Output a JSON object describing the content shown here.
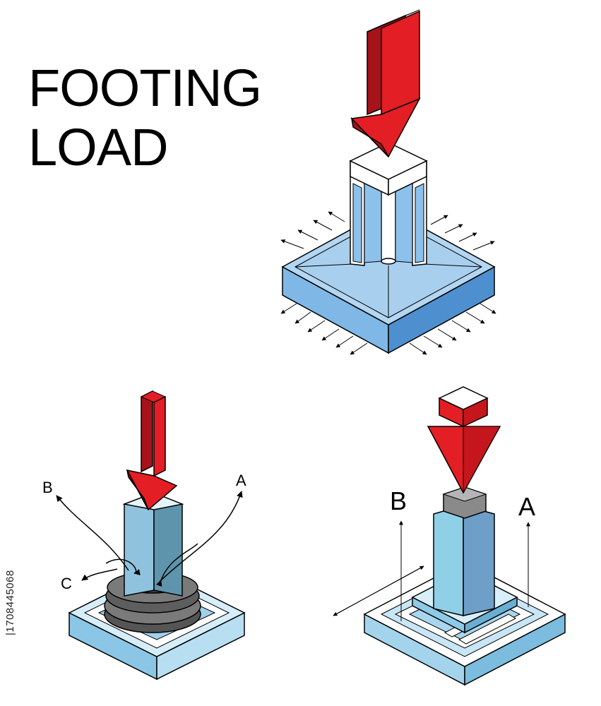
{
  "title": {
    "line1": "FOOTING",
    "line2": "LOAD"
  },
  "labels": {
    "bl_a": "A",
    "bl_b": "B",
    "bl_c": "C",
    "br_a": "A",
    "br_b": "B"
  },
  "stock_id": "|1708445068",
  "colors": {
    "arrow_red": "#e31e24",
    "arrow_dark": "#a5141a",
    "slab_light": "#b3d6f2",
    "slab_mid": "#7fb8e6",
    "slab_dark": "#4e8fd0",
    "ring_gray": "#7a7a7a"
  }
}
